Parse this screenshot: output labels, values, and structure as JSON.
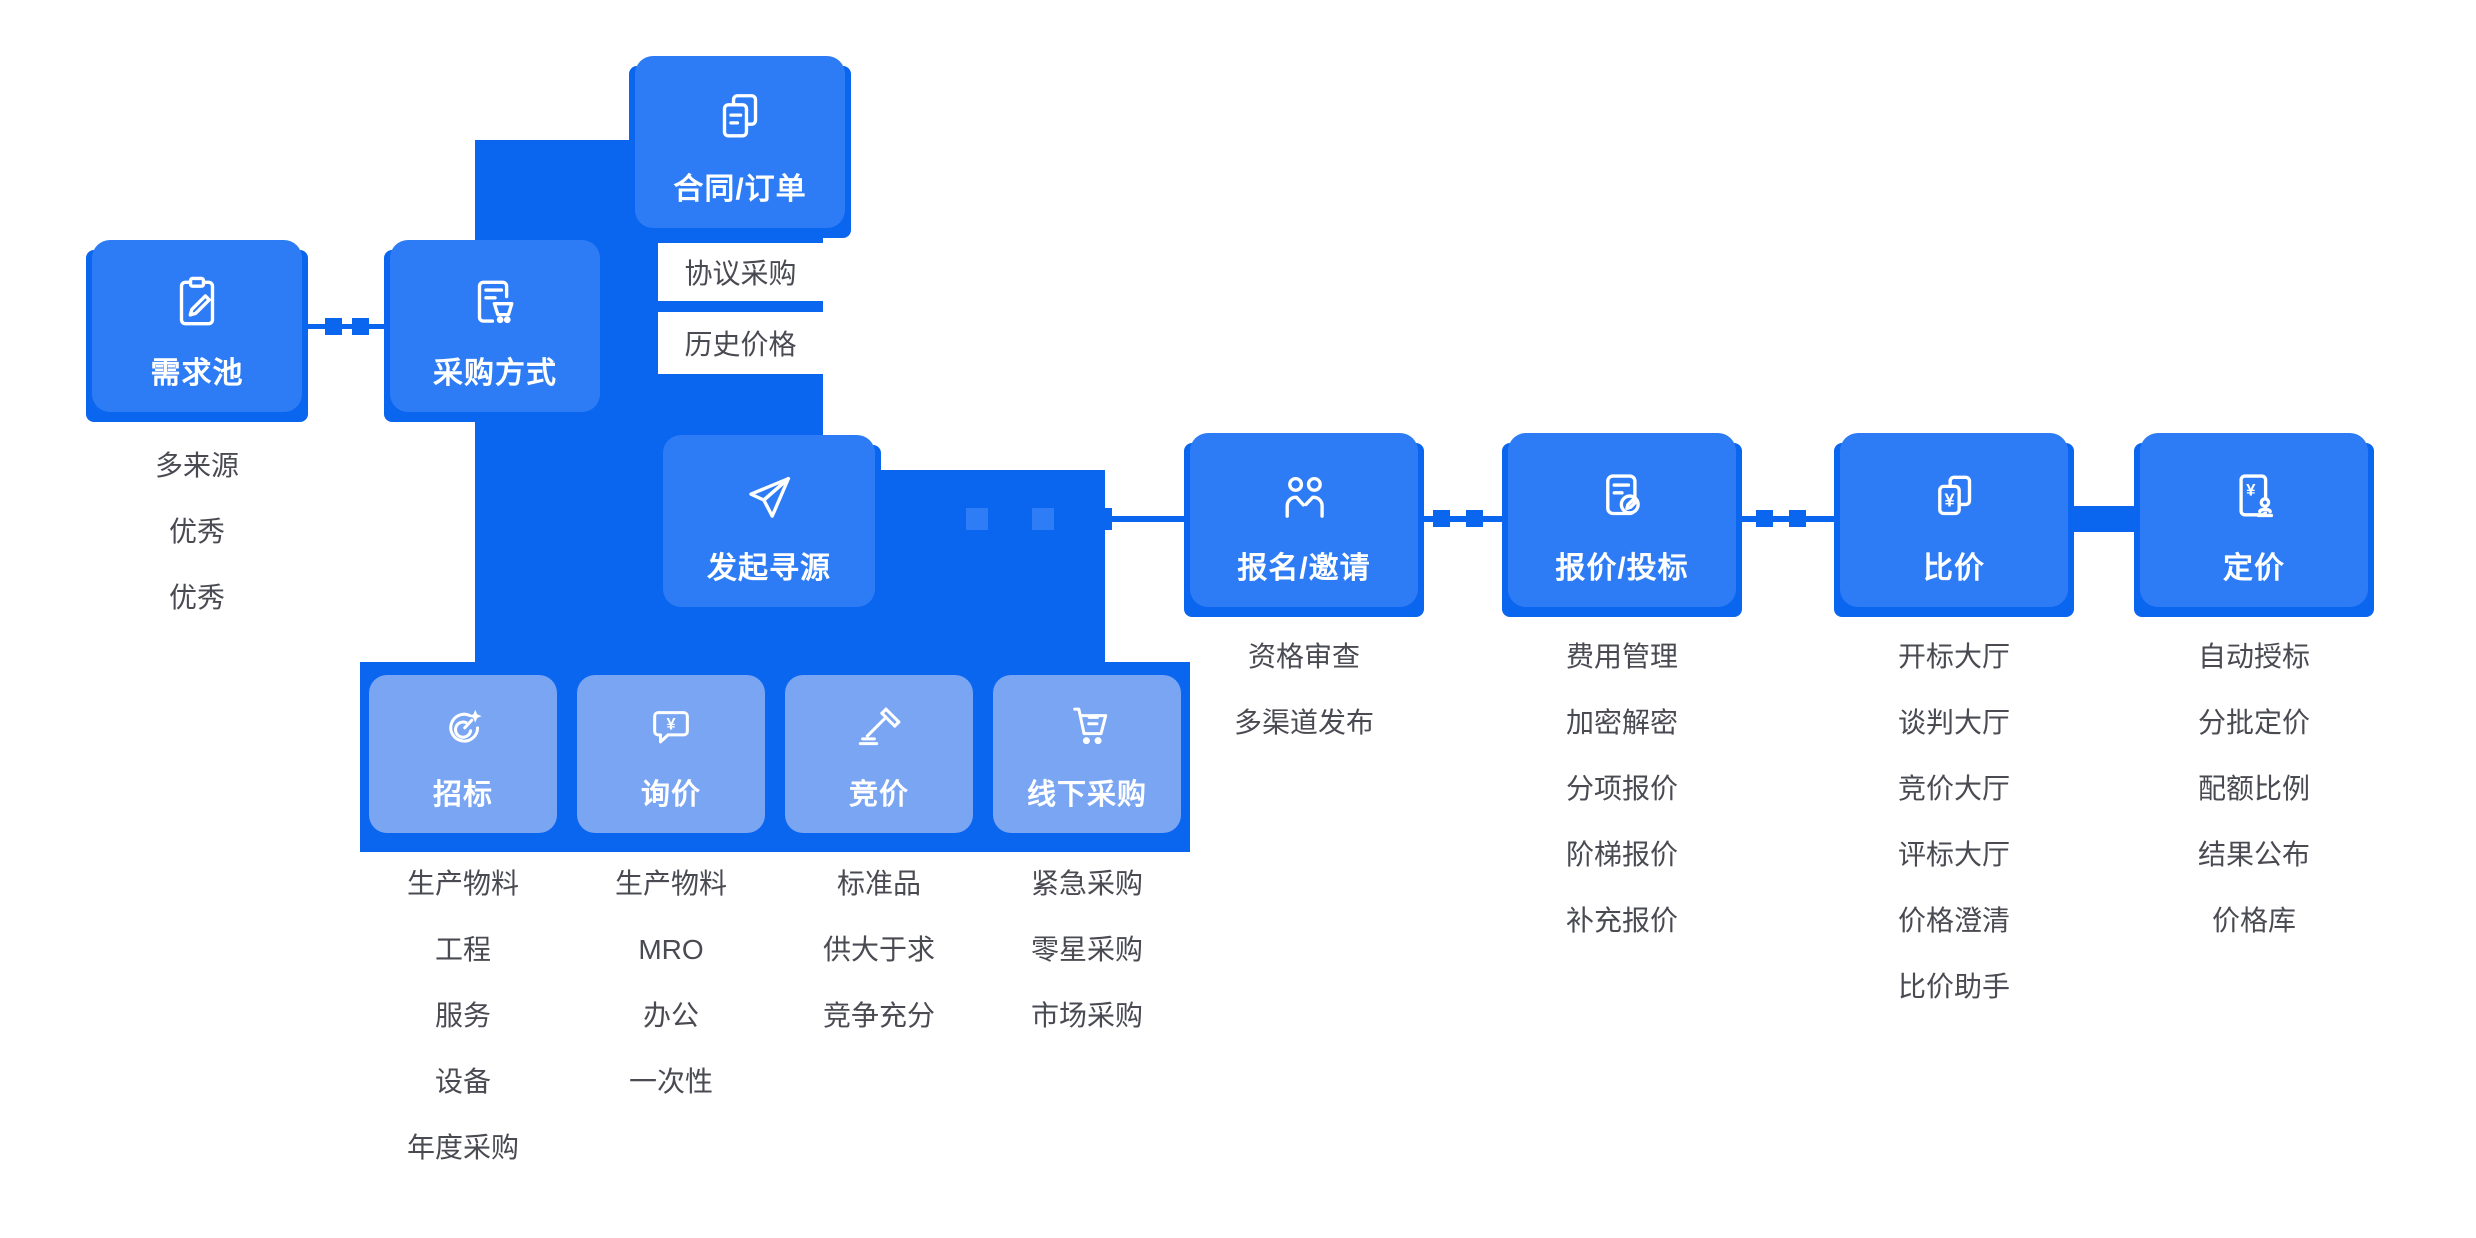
{
  "nodes": {
    "demand_pool": {
      "label": "需求池"
    },
    "procurement_method": {
      "label": "采购方式"
    },
    "contract_order": {
      "label": "合同/订单"
    },
    "initiate_sourcing": {
      "label": "发起寻源"
    },
    "registration_invitation": {
      "label": "报名/邀请"
    },
    "quotation_bidding": {
      "label": "报价/投标"
    },
    "price_comparison": {
      "label": "比价"
    },
    "pricing": {
      "label": "定价"
    },
    "bidding": {
      "label": "招标"
    },
    "inquiry": {
      "label": "询价"
    },
    "auction": {
      "label": "竞价"
    },
    "offline_procurement": {
      "label": "线下采购"
    }
  },
  "lists": {
    "demand_pool": [
      "多来源",
      "优秀",
      "优秀"
    ],
    "contract_order": [
      "协议采购",
      "历史价格"
    ],
    "registration_invitation": [
      "资格审查",
      "多渠道发布"
    ],
    "quotation_bidding": [
      "费用管理",
      "加密解密",
      "分项报价",
      "阶梯报价",
      "补充报价"
    ],
    "price_comparison": [
      "开标大厅",
      "谈判大厅",
      "竞价大厅",
      "评标大厅",
      "价格澄清",
      "比价助手"
    ],
    "pricing": [
      "自动授标",
      "分批定价",
      "配额比例",
      "结果公布",
      "价格库"
    ],
    "bidding": [
      "生产物料",
      "工程",
      "服务",
      "设备",
      "年度采购"
    ],
    "inquiry": [
      "生产物料",
      "MRO",
      "办公",
      "一次性"
    ],
    "auction": [
      "标准品",
      "供大于求",
      "竞争充分"
    ],
    "offline_procurement": [
      "紧急采购",
      "零星采购",
      "市场采购"
    ]
  },
  "colors": {
    "node_blue": "#2e7cf5",
    "sub_node_blue": "#7aa5f3",
    "dark_blue": "#0a66ef",
    "list_text": "#4a4b52",
    "label_text": "#ffffff"
  }
}
